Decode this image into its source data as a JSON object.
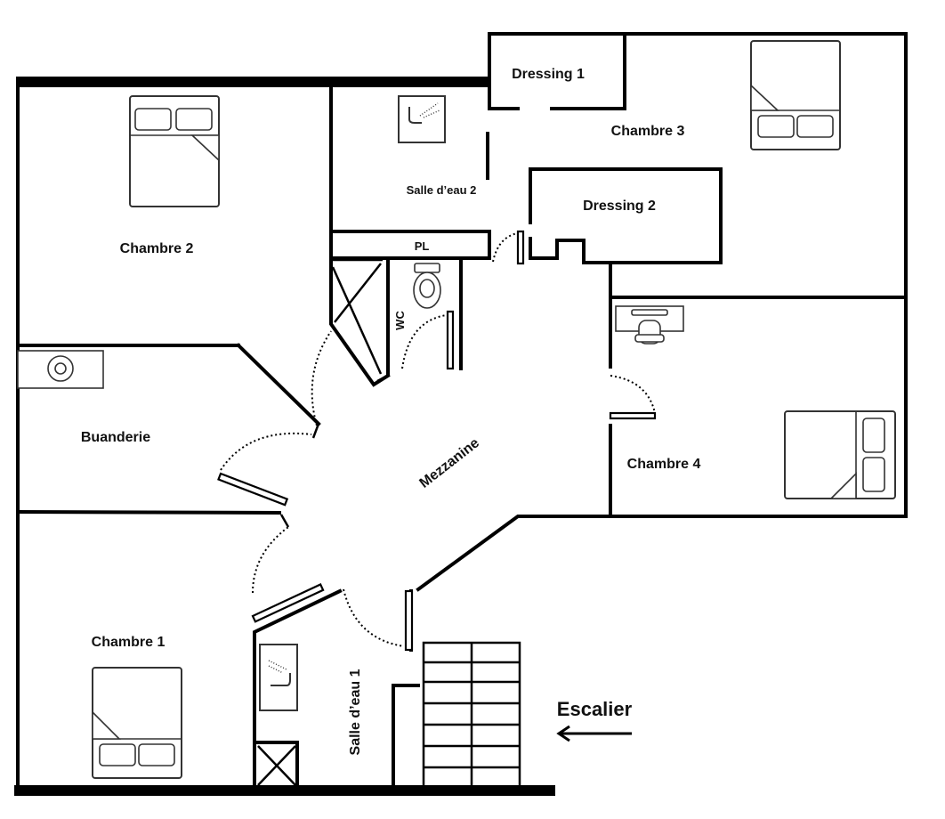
{
  "plan": {
    "rooms": {
      "chambre_1": "Chambre 1",
      "chambre_2": "Chambre 2",
      "chambre_3": "Chambre 3",
      "chambre_4": "Chambre 4",
      "dressing_1": "Dressing 1",
      "dressing_2": "Dressing 2",
      "salle_deau_1": "Salle d’eau 1",
      "salle_deau_2": "Salle d’eau 2",
      "buanderie": "Buanderie",
      "mezzanine": "Mezzanine",
      "wc": "WC",
      "pl": "PL"
    },
    "stairs": {
      "label": "Escalier",
      "arrow_icon": "arrow-left-icon"
    }
  }
}
